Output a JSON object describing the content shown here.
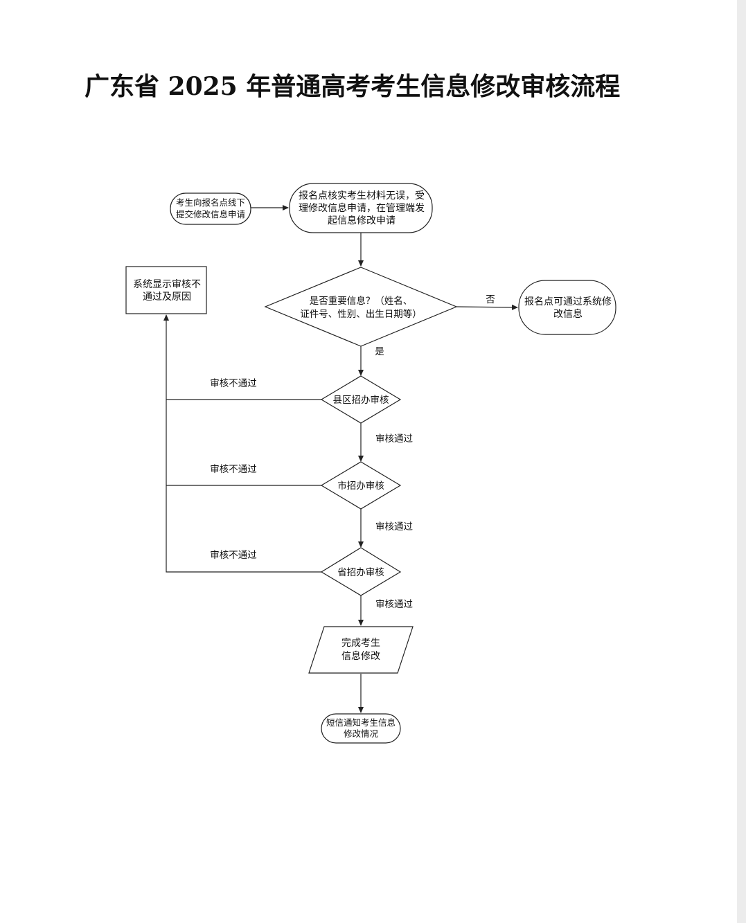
{
  "title": "广东省 2025 年普通高考考生信息修改审核流程",
  "nodes": {
    "submit": [
      "考生向报名点线下",
      "提交修改信息申请"
    ],
    "verify": [
      "报名点核实考生材料无误，受",
      "理修改信息申请，在管理端发",
      "起信息修改申请"
    ],
    "decision": [
      "是否重要信息？（姓名、",
      "证件号、性别、出生日期等）"
    ],
    "self_modify": [
      "报名点可通过系统修",
      "改信息"
    ],
    "reject": [
      "系统显示审核不",
      "通过及原因"
    ],
    "county": "县区招办审核",
    "city": "市招办审核",
    "province": "省招办审核",
    "complete": [
      "完成考生",
      "信息修改"
    ],
    "sms": [
      "短信通知考生信息",
      "修改情况"
    ]
  },
  "edge_labels": {
    "no": "否",
    "yes": "是",
    "fail_county": "审核不通过",
    "fail_city": "审核不通过",
    "fail_province": "审核不通过",
    "pass_county": "审核通过",
    "pass_city": "审核通过",
    "pass_province": "审核通过"
  }
}
